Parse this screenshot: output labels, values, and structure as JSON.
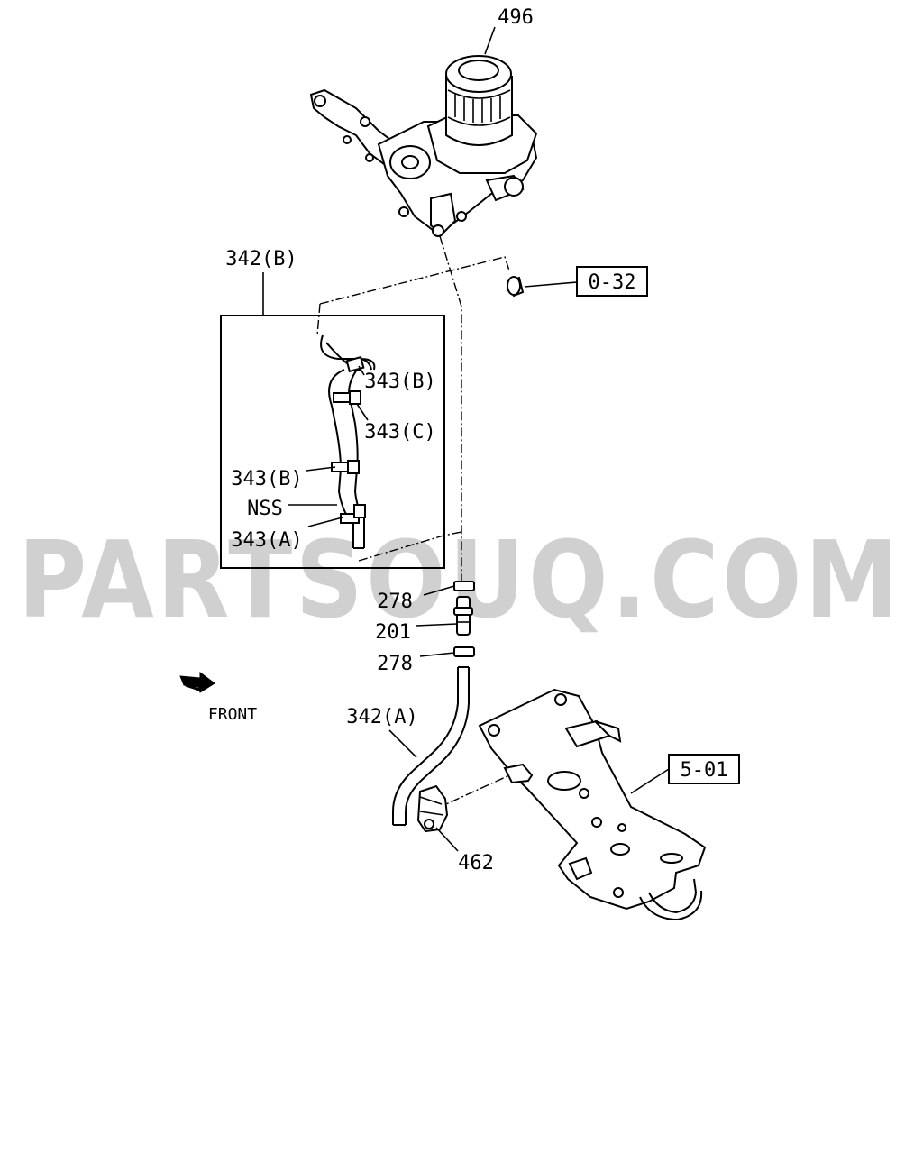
{
  "callouts": {
    "p496": "496",
    "p342b": "342(B)",
    "p343b_top": "343(B)",
    "p343c": "343(C)",
    "p343b_low": "343(B)",
    "nss": "NSS",
    "p343a": "343(A)",
    "p278_top": "278",
    "p201": "201",
    "p278_low": "278",
    "p342a": "342(A)",
    "p462": "462"
  },
  "refs": {
    "r032": "0-32",
    "r501": "5-01"
  },
  "front_label": "FRONT",
  "watermark": "PARTSOUQ.COM",
  "colors": {
    "line": "#000000",
    "watermark": "#c8c8c8",
    "background": "#ffffff"
  }
}
